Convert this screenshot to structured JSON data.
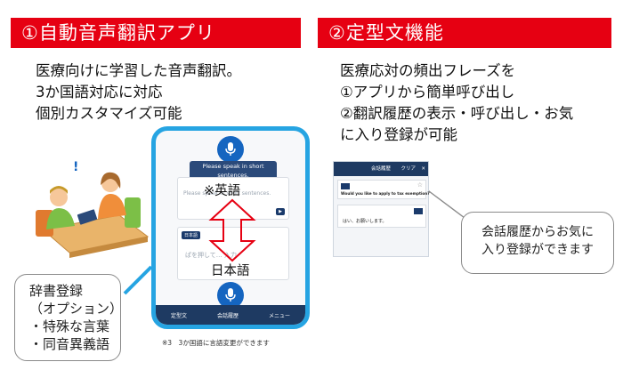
{
  "section1": {
    "banner": "①自動音声翻訳アプリ",
    "lead": [
      "医療向けに学習した音声翻訳。",
      "3か国語対応に対応",
      "個別カスタマイズ可能"
    ]
  },
  "section2": {
    "banner": "②定型文機能",
    "lead": [
      "医療応対の頻出フレーズを",
      "①アプリから簡単呼び出し",
      "②翻訳履歴の表示・呼び出し・お気",
      "に入り登録が可能"
    ]
  },
  "dictionary_bubble": [
    "辞書登録",
    "（オプション）",
    "・特殊な言葉",
    "・同音異義語"
  ],
  "history_bubble": [
    "会話履歴からお気に",
    "入り登録ができます"
  ],
  "phone1": {
    "speak_tip": [
      "Please speak in short",
      "sentences."
    ],
    "faint_top": "Please speak in short sentences.",
    "english_label": "※英語",
    "japanese_label": "日本語",
    "jp_tag": "日本語",
    "jp_faint": "ぱを押して… 入力",
    "nav": [
      "定型文",
      "会話履歴",
      "メニュー"
    ]
  },
  "phone2": {
    "header": "会話履歴",
    "clear": "クリア",
    "question": "Would you like to apply to tax exemption?",
    "answer": "はい、お願いします。"
  },
  "footnote": "※3　3か国語に言語変更ができます",
  "colors": {
    "banner": "#e60012",
    "phone_frame": "#26a4e2",
    "navy": "#1e3a62",
    "mic": "#1565c0"
  }
}
